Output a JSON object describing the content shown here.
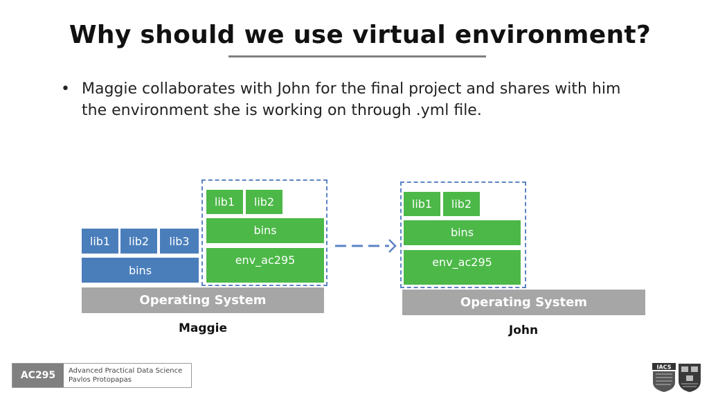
{
  "slide": {
    "title": "Why should we use virtual environment?",
    "bullet": "Maggie collaborates with John for the final project and shares with him the environment she is working on through .yml file."
  },
  "maggie": {
    "base_libs": [
      "lib1",
      "lib2",
      "lib3"
    ],
    "base_bins": "bins",
    "env_libs": [
      "lib1",
      "lib2"
    ],
    "env_bins": "bins",
    "env_name": "env_ac295",
    "os": "Operating System",
    "caption": "Maggie"
  },
  "john": {
    "env_libs": [
      "lib1",
      "lib2"
    ],
    "env_bins": "bins",
    "env_name": "env_ac295",
    "os": "Operating System",
    "caption": "John"
  },
  "footer": {
    "course": "AC295",
    "line1": "Advanced Practical Data Science",
    "line2": "Pavlos Protopapas"
  },
  "colors": {
    "blue": "#4a7ebb",
    "green": "#4cb848",
    "gray": "#a6a6a6",
    "dash": "#5b83c4"
  },
  "logos": [
    "iacs-logo",
    "harvard-shield-icon"
  ]
}
